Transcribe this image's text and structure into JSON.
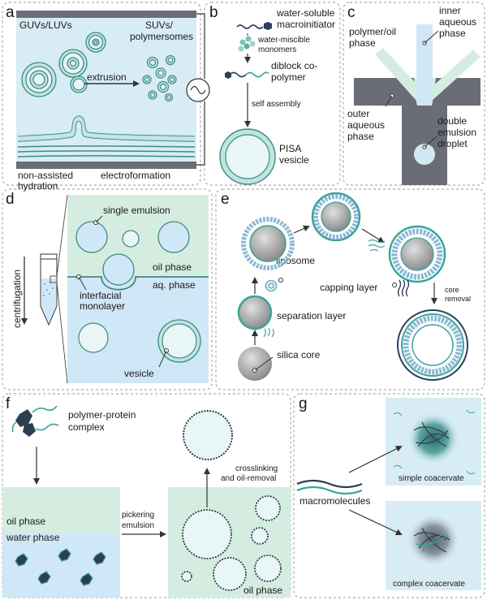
{
  "panels": [
    {
      "letter": "a",
      "labels": {
        "guv": "GUVs/LUVs",
        "suv1": "SUVs/",
        "suv2": "polymersomes",
        "extrusion": "extrusion",
        "nonassisted1": "non-assisted",
        "nonassisted2": "hydration",
        "electro": "electroformation"
      }
    },
    {
      "letter": "b",
      "labels": {
        "macro1": "water-soluble",
        "macro2": "macroinitiator",
        "mono1": "water-miscible",
        "mono2": "monomers",
        "diblock1": "diblock co-",
        "diblock2": "polymer",
        "selfassembly": "self assembly",
        "pisa1": "PISA",
        "pisa2": "vesicle"
      }
    },
    {
      "letter": "c",
      "labels": {
        "inner1": "inner",
        "inner2": "aqueous",
        "inner3": "phase",
        "poly1": "polymer/oil",
        "poly2": "phase",
        "outer1": "outer",
        "outer2": "aqueous",
        "outer3": "phase",
        "double1": "double",
        "double2": "emulsion",
        "double3": "droplet"
      }
    },
    {
      "letter": "d",
      "labels": {
        "single": "single emulsion",
        "oil": "oil phase",
        "aq": "aq. phase",
        "inter1": "interfacial",
        "inter2": "monolayer",
        "vesicle": "vesicle",
        "centri": "centrifugation"
      }
    },
    {
      "letter": "e",
      "labels": {
        "liposome": "liposome",
        "capping": "capping layer",
        "core1": "core",
        "core2": "removal",
        "separation": "separation layer",
        "silica": "silica core"
      }
    },
    {
      "letter": "f",
      "labels": {
        "ppc1": "polymer-protein",
        "ppc2": "complex",
        "cross1": "crosslinking",
        "cross2": "and oil-removal",
        "oilphase": "oil phase",
        "waterphase": "water phase",
        "pick1": "pickering",
        "pick2": "emulsion",
        "oilphase2": "oil phase"
      }
    },
    {
      "letter": "g",
      "labels": {
        "macro": "macromolecules",
        "simple": "simple coacervate",
        "complex": "complex coacervate"
      }
    }
  ],
  "colors": {
    "membrane": "#bfe5e0",
    "membrane_edge": "#3f8a84",
    "inner_fill": "#e6f6f6",
    "light_blue": "#cfe7f6",
    "light_green": "#d5ede1",
    "dark_gray": "#5b5f6b",
    "teal": "#3aa597"
  }
}
